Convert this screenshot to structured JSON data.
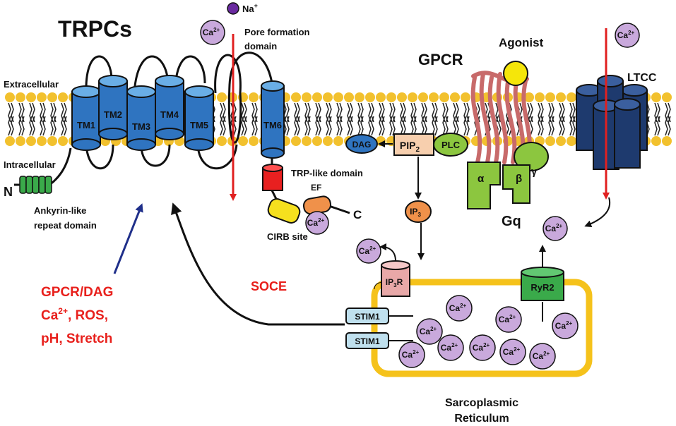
{
  "title": "TRPCs",
  "labels": {
    "extracellular": "Extracellular",
    "intracellular": "Intracellular",
    "n_terminus": "N",
    "c_terminus": "C",
    "ankyrin_line1": "Ankyrin-like",
    "ankyrin_line2": "repeat domain",
    "pore_line1": "Pore formation",
    "pore_line2": "domain",
    "trp_like": "TRP-like domain",
    "cirb": "CIRB site",
    "ef": "EF",
    "gpcr": "GPCR",
    "agonist": "Agonist",
    "ltcc": "LTCC",
    "dag": "DAG",
    "pip2_main": "PIP",
    "pip2_sub": "2",
    "plc": "PLC",
    "ip3_main": "IP",
    "ip3_sub": "3",
    "ip3r_main": "IP",
    "ip3r_sub": "3",
    "ip3r_tail": "R",
    "ryr2": "RyR2",
    "stim1_a": "STIM1",
    "stim1_b": "STIM1",
    "alpha": "α",
    "beta": "β",
    "gamma": "γ",
    "gq": "Gq",
    "soce": "SOCE",
    "sr_line1": "Sarcoplasmic",
    "sr_line2": "Reticulum",
    "na_main": "Na",
    "na_sup": "+"
  },
  "tm_segments": [
    "TM1",
    "TM2",
    "TM3",
    "TM4",
    "TM5",
    "TM6"
  ],
  "ca_ion": {
    "main": "Ca",
    "sup": "2+"
  },
  "stimuli": {
    "line1": "GPCR/DAG",
    "line2_main": "Ca",
    "line2_sup": "2+",
    "line2_tail": ", ROS,",
    "line3": "pH, Stretch"
  },
  "colors": {
    "membrane_head": "#f2c12e",
    "tm_blue": "#2f74c0",
    "ca_fill": "#c9a9dc",
    "pore_arrow": "#e02020",
    "stimuli_text": "#e8201c",
    "activation_arrow": "#1f2f8a",
    "sr_border": "#f5c21b",
    "gpcr": "#c86a6a",
    "gq": "#8cc63f",
    "ltcc": "#1e3a6e",
    "trp_like": "#e82020",
    "cirb": "#f5e01e",
    "ef": "#f0914a"
  }
}
